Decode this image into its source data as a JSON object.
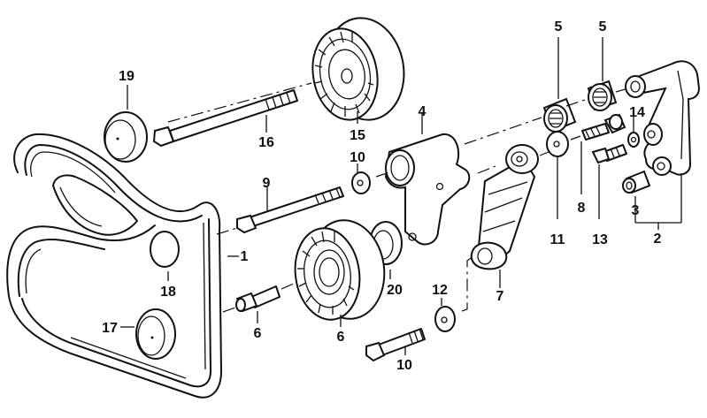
{
  "diagram": {
    "title": "Belt drive / tensioner exploded parts diagram",
    "parts": [
      {
        "number": "1",
        "name": "ribbed-v-belt"
      },
      {
        "number": "2",
        "name": "bracket-assembly"
      },
      {
        "number": "3",
        "name": "sleeve"
      },
      {
        "number": "4",
        "name": "tensioner-arm"
      },
      {
        "number": "5",
        "name": "needle-bearing"
      },
      {
        "number": "5",
        "name": "needle-bearing"
      },
      {
        "number": "6",
        "name": "tensioner-pulley"
      },
      {
        "number": "7",
        "name": "socket-head-bolt"
      },
      {
        "number": "8",
        "name": "hydraulic-tensioner"
      },
      {
        "number": "9",
        "name": "bolt"
      },
      {
        "number": "10",
        "name": "hex-bolt"
      },
      {
        "number": "11",
        "name": "hex-bolt"
      },
      {
        "number": "12",
        "name": "washer"
      },
      {
        "number": "12",
        "name": "washer"
      },
      {
        "number": "12",
        "name": "washer"
      },
      {
        "number": "13",
        "name": "socket-head-bolt"
      },
      {
        "number": "14",
        "name": "spring-washer"
      },
      {
        "number": "15",
        "name": "idler-pulley"
      },
      {
        "number": "16",
        "name": "hex-bolt"
      },
      {
        "number": "17",
        "name": "cover-cap"
      },
      {
        "number": "18",
        "name": "cover-cap"
      },
      {
        "number": "19",
        "name": "cover-cap"
      },
      {
        "number": "20",
        "name": "spacer-ring"
      }
    ]
  }
}
